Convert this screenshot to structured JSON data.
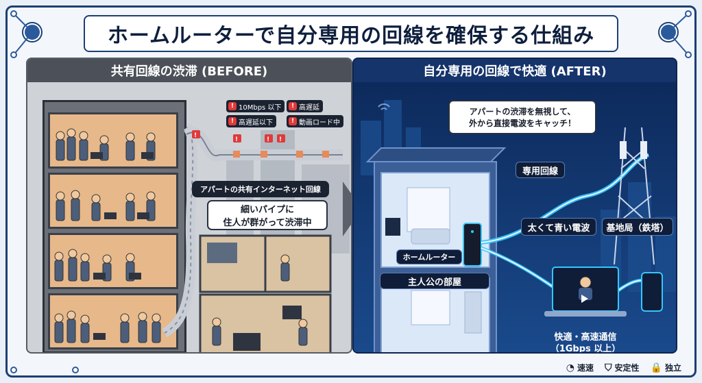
{
  "title": "ホームルーターで自分専用の回線を確保する仕組み",
  "left": {
    "header": "共有回線の渋滞 (BEFORE)",
    "tags": [
      "10Mbps 以下",
      "高遅延",
      "高遅延以下",
      "動画ロード中"
    ],
    "pipe_label": "アパートの共有インターネット回線",
    "callout": "細いパイプに\n住人が群がって渋滞中"
  },
  "right": {
    "header": "自分専用の回線で快適 (AFTER)",
    "bubble": "アパートの渋滞を無視して、\n外から直接電波をキャッチ！",
    "dedicated_line": "専用回線",
    "thick_wave": "太くて青い電波",
    "tower": "基地局（鉄塔）",
    "router": "ホームルーター",
    "room": "主人公の部屋",
    "fast": "快適・高速通信\n（1Gbps 以上）"
  },
  "legend": [
    {
      "icon": "speedometer-icon",
      "label": "速速"
    },
    {
      "icon": "shield-icon",
      "label": "安定性"
    },
    {
      "icon": "lock-icon",
      "label": "独立"
    }
  ],
  "colors": {
    "navy": "#1d3f73",
    "signal": "#36c6ff",
    "alert": "#e03a3a"
  }
}
